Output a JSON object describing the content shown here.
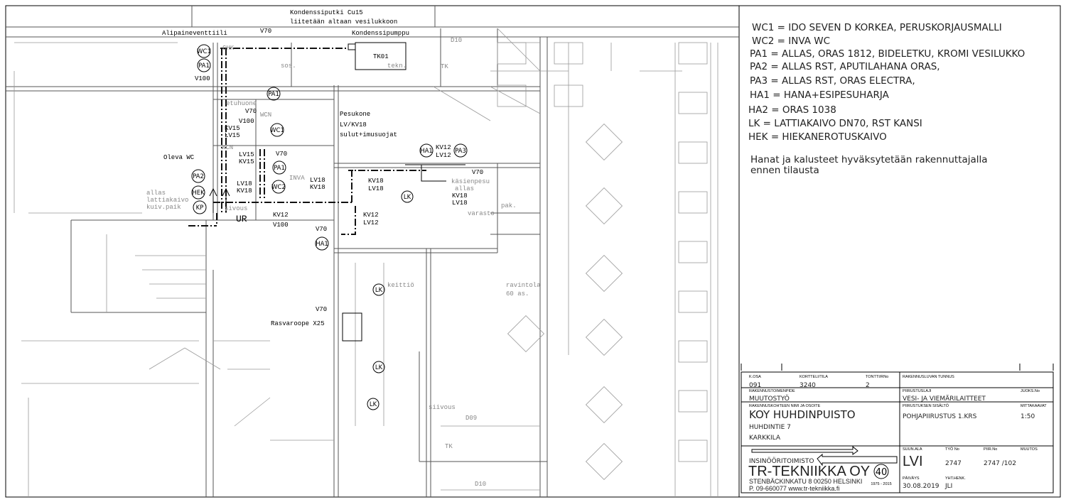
{
  "legend": {
    "lines": [
      "WC1 = IDO SEVEN D KORKEA, PERUSKORJAUSMALLI",
      "WC2 = INVA WC",
      "PA1 = ALLAS, ORAS 1812, BIDELETKU, KROMI VESILUKKO",
      "PA2 = ALLAS RST, APUTILAHANA ORAS,",
      "PA3 = ALLAS RST, ORAS ELECTRA,",
      "HA1 = HANA+ESIPESUHARJA",
      "HA2 = ORAS 1038",
      "LK =  LATTIAKAIVO DN70, RST KANSI",
      "HEK = HIEKANEROTUSKAIVO"
    ],
    "note": [
      "Hanat ja kalusteet hyväksytetään rakennuttajalla",
      "ennen tilausta"
    ]
  },
  "labels": {
    "kondenssiputki": "Kondenssiputki Cu15",
    "liitetaan": "liitetään altaan vesilukkoon",
    "kondenssipumppu": "Kondenssipumppu",
    "alipaine": "Alipaineventtiili",
    "pesukone": "Pesukone",
    "lvkv18": "LV/KV18",
    "sulut": "sulut+imusuojat",
    "oleva_wc": "Oleva WC",
    "rasvaroope": "Rasvaroope X25",
    "ur": "UR",
    "allas": "allas",
    "lattiakaivo": "lattiakaivo",
    "kuivpaik": "kuiv.paik"
  },
  "codes": [
    "V70",
    "V100",
    "V70",
    "V100",
    "KV15",
    "LV15",
    "LV15",
    "KV15",
    "V70",
    "LV18",
    "KV18",
    "LV18",
    "KV18",
    "KV12",
    "V100",
    "KV18",
    "LV18",
    "KV12",
    "LV12",
    "V70",
    "KV12",
    "LV12",
    "V70",
    "KV18",
    "LV18",
    "V70"
  ],
  "circles": [
    "WC1",
    "PA1",
    "PA1",
    "WC1",
    "PA1",
    "PA2",
    "HEK",
    "KP",
    "WC2",
    "LK",
    "HA1",
    "HA1",
    "PA3",
    "LK",
    "LK",
    "LK"
  ],
  "rooms": [
    "TK01",
    "tekn.",
    "sos.",
    "CHK",
    "etuhuone",
    "WCN",
    "WCN",
    "INVA",
    "sivous",
    "käsienpesu",
    "allas",
    "varasto",
    "pak.",
    "keittiö",
    "ravintola",
    "60 as.",
    "siivous",
    "TK",
    "D09",
    "D10",
    "D10",
    "TK"
  ],
  "title_block": {
    "k_osa_label": "K.OSA",
    "k_osa": "091",
    "kortteli_label": "KORTTELI/TILA",
    "kortteli": "3240",
    "tontti_label": "TONTTI/RNo",
    "tontti": "2",
    "rakennuslupa_label": "RAKENNUSLUVAN TUNNUS",
    "toimenpide_label": "RAKENNUSTOIMENPIDE",
    "toimenpide": "MUUTOSTYÖ",
    "piirustuslaji_label": "PIIRUSTUSLAJI",
    "piirustuslaji": "VESI- JA VIEMÄRILAITTEET",
    "juoks_label": "JUOKS.No",
    "kohde_label": "RAKENNUSKOHTEEN NIMI JA OSOITE",
    "kohde": "KOY HUHDINPUISTO",
    "osoite1": "HUHDINTIE 7",
    "osoite2": "KARKKILA",
    "sisalto_label": "PIIRUSTUKSEN SISÄLTÖ",
    "sisalto": "POHJAPIIRUSTUS 1.KRS",
    "mittakaava_label": "MITTAKAAVAT",
    "mittakaava": "1:50",
    "office_label": "INSINÖÖRITOIMISTO",
    "company": "TR-TEKNIIKKA OY",
    "address": "STENBÄCKINKATU 8   00250 HELSINKI",
    "contact": "P. 09-660077  www.tr-tekniikka.fi",
    "badge": "40",
    "years": "1975 - 2015",
    "suunala_label": "SUUN.ALA",
    "suunala": "LVI",
    "tyo_label": "TYÖ No",
    "tyo": "2747",
    "piir_label": "PIIR.No",
    "piir": "2747 /102",
    "muutos_label": "MUUTOS",
    "paivays_label": "PÄIVÄYS",
    "paivays": "30.08.2019",
    "yht_label": "YHT.HENK.",
    "yht": "JLI"
  }
}
